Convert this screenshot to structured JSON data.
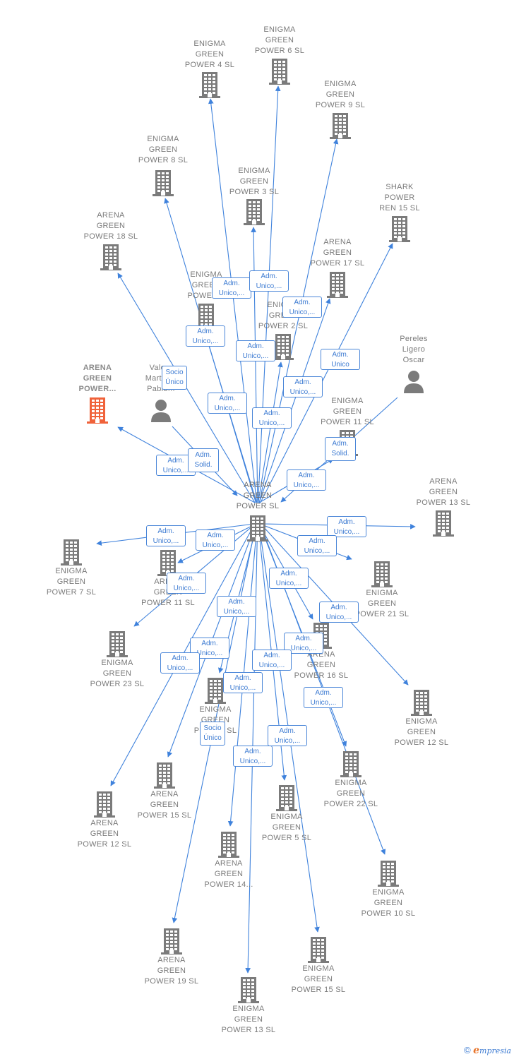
{
  "colors": {
    "edge": "#3f82dc",
    "building": "#7b7b7b",
    "focal": "#f0623a",
    "person": "#7b7b7b"
  },
  "center": {
    "id": "c",
    "label": "ARENA\nGREEN\nPOWER  SL"
  },
  "nodes": [
    {
      "id": "n_ep4",
      "type": "building",
      "label": "ENIGMA\nGREEN\nPOWER 4  SL"
    },
    {
      "id": "n_ep6",
      "type": "building",
      "label": "ENIGMA\nGREEN\nPOWER 6  SL"
    },
    {
      "id": "n_ep9",
      "type": "building",
      "label": "ENIGMA\nGREEN\nPOWER 9  SL"
    },
    {
      "id": "n_ep8",
      "type": "building",
      "label": "ENIGMA\nGREEN\nPOWER 8  SL"
    },
    {
      "id": "n_ep3",
      "type": "building",
      "label": "ENIGMA\nGREEN\nPOWER 3  SL"
    },
    {
      "id": "n_shark",
      "type": "building",
      "label": "SHARK\nPOWER\nREN 15  SL"
    },
    {
      "id": "n_ap18",
      "type": "building",
      "label": "ARENA\nGREEN\nPOWER 18  SL"
    },
    {
      "id": "n_ap17",
      "type": "building",
      "label": "ARENA\nGREEN\nPOWER 17  SL"
    },
    {
      "id": "n_ap20",
      "type": "building",
      "label": "ENIGMA\nGREEN\nPOWER..."
    },
    {
      "id": "n_ep2",
      "type": "building",
      "label": "ENIGMA\nGREEN\nPOWER 2  SL"
    },
    {
      "id": "n_pereles",
      "type": "person",
      "label": "Pereles\nLigero\nOscar"
    },
    {
      "id": "n_focal",
      "type": "focal",
      "label": "ARENA\nGREEN\nPOWER..."
    },
    {
      "id": "n_valero",
      "type": "person",
      "label": "Valero\nMartinez\nPablo..."
    },
    {
      "id": "n_ep11",
      "type": "building",
      "label": "ENIGMA\nGREEN\nPOWER 11  SL"
    },
    {
      "id": "n_ap13",
      "type": "building",
      "label": "ARENA\nGREEN\nPOWER 13  SL"
    },
    {
      "id": "n_ep7",
      "type": "building",
      "label": "ENIGMA\nGREEN\nPOWER 7  SL"
    },
    {
      "id": "n_ap11",
      "type": "building",
      "label": "ARENA\nGREEN\nPOWER 11  SL"
    },
    {
      "id": "n_ap21",
      "type": "building",
      "label": "ENIGMA\nGREEN\nPOWER 21  SL"
    },
    {
      "id": "n_ep23",
      "type": "building",
      "label": "ENIGMA\nGREEN\nPOWER 23  SL"
    },
    {
      "id": "n_ap16",
      "type": "building",
      "label": "ARENA\nGREEN\nPOWER 16  SL"
    },
    {
      "id": "n_ep12",
      "type": "building",
      "label": "ENIGMA\nGREEN\nPOWER 12  SL"
    },
    {
      "id": "n_egp",
      "type": "building",
      "label": "ENIGMA\nGREEN\nPOWER  SL"
    },
    {
      "id": "n_ap15",
      "type": "building",
      "label": "ARENA\nGREEN\nPOWER 15  SL"
    },
    {
      "id": "n_ep22",
      "type": "building",
      "label": "ENIGMA\nGREEN\nPOWER 22  SL"
    },
    {
      "id": "n_ap12",
      "type": "building",
      "label": "ARENA\nGREEN\nPOWER 12  SL"
    },
    {
      "id": "n_ep5",
      "type": "building",
      "label": "ENIGMA\nGREEN\nPOWER 5  SL"
    },
    {
      "id": "n_ap14",
      "type": "building",
      "label": "ARENA\nGREEN\nPOWER 14..."
    },
    {
      "id": "n_ep10",
      "type": "building",
      "label": "ENIGMA\nGREEN\nPOWER 10  SL"
    },
    {
      "id": "n_ap19",
      "type": "building",
      "label": "ARENA\nGREEN\nPOWER 19  SL"
    },
    {
      "id": "n_ep15",
      "type": "building",
      "label": "ENIGMA\nGREEN\nPOWER 15  SL"
    },
    {
      "id": "n_ep13",
      "type": "building",
      "label": "ENIGMA\nGREEN\nPOWER 13  SL"
    }
  ],
  "edges": [
    {
      "from": "c",
      "to": "n_ep4"
    },
    {
      "from": "c",
      "to": "n_ep6"
    },
    {
      "from": "c",
      "to": "n_ep9"
    },
    {
      "from": "c",
      "to": "n_ep8"
    },
    {
      "from": "c",
      "to": "n_ep3"
    },
    {
      "from": "c",
      "to": "n_shark"
    },
    {
      "from": "c",
      "to": "n_ap18"
    },
    {
      "from": "c",
      "to": "n_ap17"
    },
    {
      "from": "c",
      "to": "n_ap20"
    },
    {
      "from": "c",
      "to": "n_ep2"
    },
    {
      "from": "n_pereles",
      "to": "c"
    },
    {
      "from": "c",
      "to": "n_focal"
    },
    {
      "from": "n_valero",
      "to": "c"
    },
    {
      "from": "c",
      "to": "n_ep11"
    },
    {
      "from": "c",
      "to": "n_ap13"
    },
    {
      "from": "c",
      "to": "n_ep7"
    },
    {
      "from": "c",
      "to": "n_ap11"
    },
    {
      "from": "c",
      "to": "n_ap21"
    },
    {
      "from": "c",
      "to": "n_ep23"
    },
    {
      "from": "c",
      "to": "n_ap16"
    },
    {
      "from": "c",
      "to": "n_ep12"
    },
    {
      "from": "c",
      "to": "n_egp"
    },
    {
      "from": "c",
      "to": "n_ap15"
    },
    {
      "from": "c",
      "to": "n_ep22"
    },
    {
      "from": "c",
      "to": "n_ap12"
    },
    {
      "from": "c",
      "to": "n_ep5"
    },
    {
      "from": "c",
      "to": "n_ap14"
    },
    {
      "from": "c",
      "to": "n_ep10"
    },
    {
      "from": "c",
      "to": "n_ap19"
    },
    {
      "from": "c",
      "to": "n_ep15"
    },
    {
      "from": "c",
      "to": "n_ep13"
    }
  ],
  "badges": [
    "Adm.\nUnico,...",
    "Adm.\nUnico,...",
    "Adm.\nUnico,...",
    "Adm.\nUnico,...",
    "Socio\nÚnico",
    "Adm.\nUnico,...",
    "Adm.\nUnico",
    "Adm.\nUnico,...",
    "Adm.\nUnico,...",
    "Adm.\nUnico,...",
    "Adm.\nSolid.",
    "Adm.\nUnico,...",
    "Adm.\nSolid.",
    "Adm.\nUnico,...",
    "Adm.\nUnico,...",
    "Adm.\nUnico,...",
    "Adm.\nUnico,...",
    "Adm.\nUnico,...",
    "Adm.\nUnico,...",
    "Adm.\nUnico,...",
    "Adm.\nUnico,...",
    "Adm.\nUnico,...",
    "Adm.\nUnico,...",
    "Adm.\nUnico,...",
    "Adm.\nUnico,...",
    "Adm.\nUnico,...",
    "Adm.\nUnico,...",
    "Adm.\nUnico,...",
    "Socio\nÚnico",
    "Adm.\nUnico,...",
    "Adm.\nUnico,...",
    "Adm.\nUnico,..."
  ],
  "footer": {
    "copyright": "©",
    "brand_initial": "e",
    "brand_rest": "mpresia"
  }
}
